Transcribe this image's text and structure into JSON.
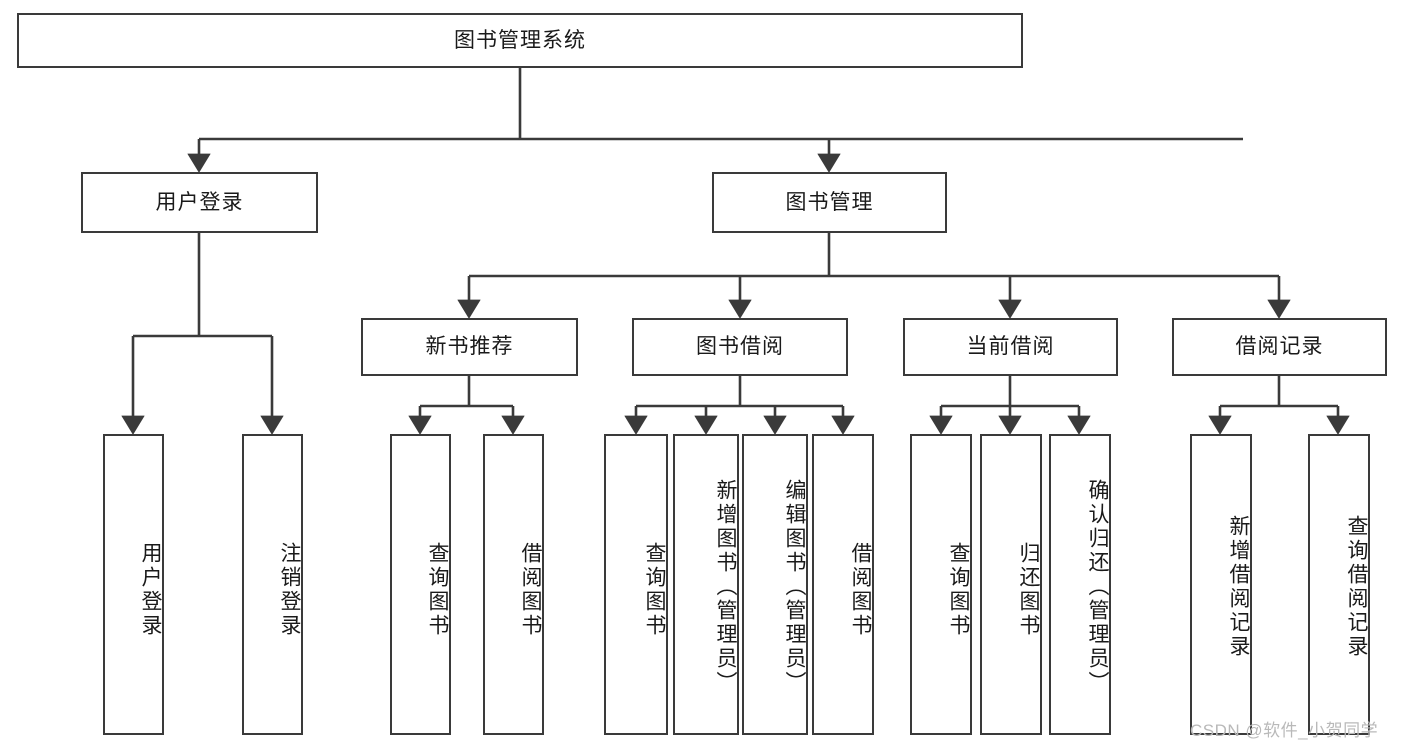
{
  "diagram": {
    "type": "tree-hierarchy-flowchart",
    "title": "图书管理系统",
    "watermark": "CSDN @软件_小贺同学",
    "colors": {
      "stroke": "#3a3a3a",
      "fill": "#ffffff",
      "text": "#1a1a1a",
      "watermark": "#b9b9b9"
    },
    "nodes": {
      "root": {
        "label": "图书管理系统",
        "orientation": "horizontal"
      },
      "level2": [
        {
          "id": "user-login",
          "label": "用户登录",
          "orientation": "horizontal"
        },
        {
          "id": "book-management",
          "label": "图书管理",
          "orientation": "horizontal"
        }
      ],
      "level3": [
        {
          "id": "new-book-recommend",
          "label": "新书推荐",
          "orientation": "horizontal"
        },
        {
          "id": "book-borrow",
          "label": "图书借阅",
          "orientation": "horizontal"
        },
        {
          "id": "current-borrow",
          "label": "当前借阅",
          "orientation": "horizontal"
        },
        {
          "id": "borrow-record",
          "label": "借阅记录",
          "orientation": "horizontal"
        }
      ],
      "leaves": [
        {
          "id": "leaf-user-login",
          "label": "用户登录",
          "parent": "user-login"
        },
        {
          "id": "leaf-logout",
          "label": "注销登录",
          "parent": "user-login"
        },
        {
          "id": "leaf-query-book-1",
          "label": "查询图书",
          "parent": "new-book-recommend"
        },
        {
          "id": "leaf-borrow-book-1",
          "label": "借阅图书",
          "parent": "new-book-recommend"
        },
        {
          "id": "leaf-query-book-2",
          "label": "查询图书",
          "parent": "book-borrow"
        },
        {
          "id": "leaf-add-book",
          "label": "新增图书（管理员）",
          "parent": "book-borrow"
        },
        {
          "id": "leaf-edit-book",
          "label": "编辑图书（管理员）",
          "parent": "book-borrow"
        },
        {
          "id": "leaf-borrow-book-2",
          "label": "借阅图书",
          "parent": "book-borrow"
        },
        {
          "id": "leaf-query-book-3",
          "label": "查询图书",
          "parent": "current-borrow"
        },
        {
          "id": "leaf-return-book",
          "label": "归还图书",
          "parent": "current-borrow"
        },
        {
          "id": "leaf-confirm-return",
          "label": "确认归还（管理员）",
          "parent": "current-borrow"
        },
        {
          "id": "leaf-add-record",
          "label": "新增借阅记录",
          "parent": "borrow-record"
        },
        {
          "id": "leaf-query-record",
          "label": "查询借阅记录",
          "parent": "borrow-record"
        }
      ]
    }
  }
}
